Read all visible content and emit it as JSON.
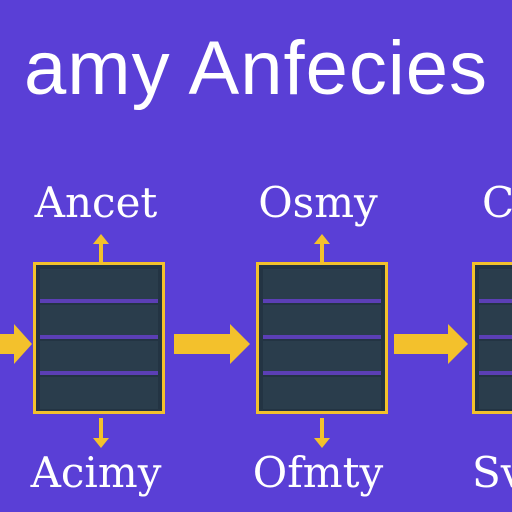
{
  "title": "amy Anfecies",
  "columns": [
    {
      "top_label": "Ancet",
      "bottom_label": "Acimy"
    },
    {
      "top_label": "Osmy",
      "bottom_label": "Ofmty"
    },
    {
      "top_label": "C",
      "bottom_label": "Sv"
    }
  ],
  "colors": {
    "background": "#5a3fd6",
    "accent": "#f3c12c",
    "block_fill": "#233443",
    "row_divider": "#5b3fb5"
  }
}
